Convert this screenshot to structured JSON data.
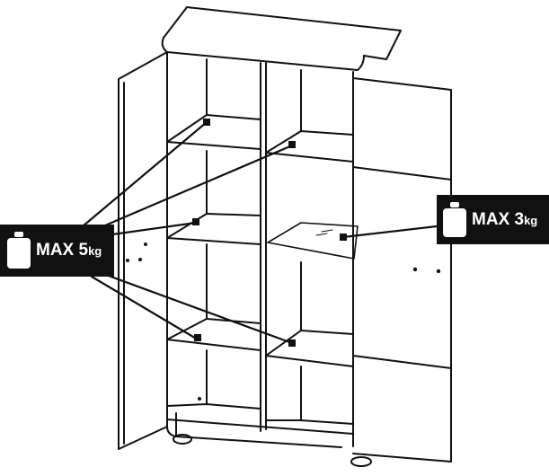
{
  "labels": {
    "max5": {
      "prefix": "MAX 5",
      "unit": "kg"
    },
    "max3": {
      "prefix": "MAX 3",
      "unit": "kg"
    }
  },
  "icons": [
    "weight-icon"
  ],
  "colors": {
    "line": "#111111",
    "badge_bg": "#111111",
    "badge_text": "#ffffff",
    "background": "#ffffff"
  }
}
